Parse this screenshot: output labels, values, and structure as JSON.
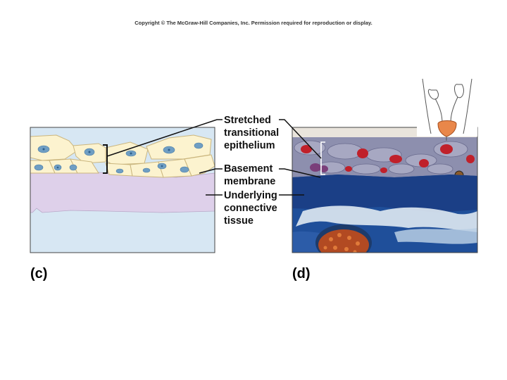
{
  "copyright": "Copyright © The McGraw-Hill Companies, Inc. Permission required for reproduction or display.",
  "labels": {
    "stretched": [
      "Stretched",
      "transitional",
      "epithelium"
    ],
    "basement": [
      "Basement",
      "membrane"
    ],
    "connective": [
      "Underlying",
      "connective",
      "tissue"
    ]
  },
  "panels": {
    "c": "(c)",
    "d": "(d)"
  },
  "colors": {
    "cell_fill": "#fcf3cf",
    "nucleus": "#6f9ec3",
    "membrane": "#ded0ea",
    "background": "#d7e7f3",
    "stain_blue": "#1f4f9a",
    "stain_red": "#c0202a"
  }
}
